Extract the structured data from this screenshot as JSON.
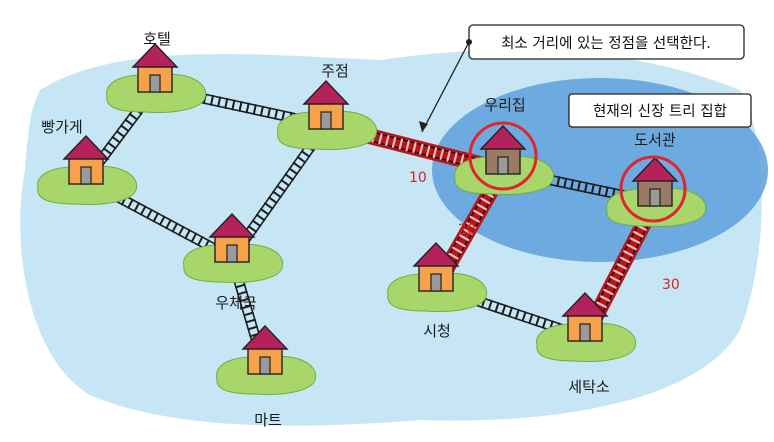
{
  "callouts": {
    "select_nearest": "최소 거리에 있는 정점을 선택한다.",
    "current_tree": "현재의 신장 트리 집합"
  },
  "places": {
    "hotel": "호텔",
    "bakery": "빵가게",
    "juice": "주점",
    "post_office": "우체국",
    "mart": "마트",
    "our_house": "우리집",
    "library": "도서관",
    "city_hall": "시청",
    "laundry": "세탁소"
  },
  "weights": {
    "house_juice": "10",
    "house_cityhall": "20",
    "library_laundry": "30"
  },
  "colors": {
    "sea": "#bfe3f5",
    "tree_region": "#5a9bd8",
    "island": "#a8d66a",
    "house_wall": "#f7a24a",
    "house_wall_in_tree": "#9a7a62",
    "roof": "#b5215a",
    "highlight_edge": "#b8141b",
    "selection_circle": "#e0262c"
  }
}
